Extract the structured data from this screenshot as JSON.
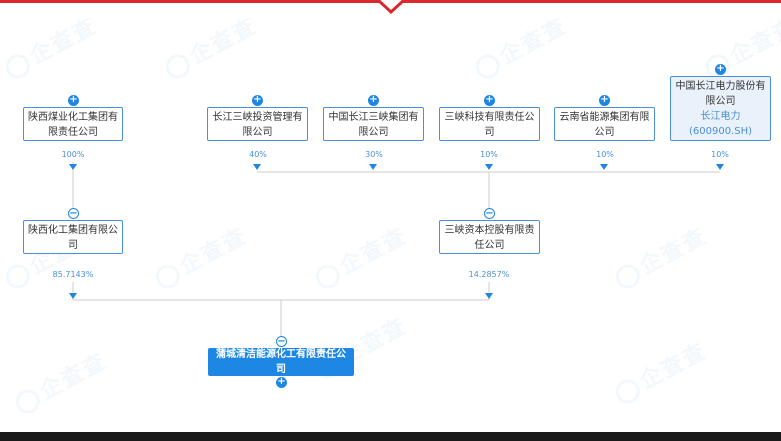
{
  "watermark": "企查查",
  "shareholders_top": [
    {
      "name": "陕西煤业化工集团有限责任公司",
      "pct": "100%"
    },
    {
      "name": "长江三峡投资管理有限公司",
      "pct": "40%"
    },
    {
      "name": "中国长江三峡集团有限公司",
      "pct": "30%"
    },
    {
      "name": "三峡科技有限责任公司",
      "pct": "10%"
    },
    {
      "name": "云南省能源集团有限公司",
      "pct": "10%"
    },
    {
      "name": "中国长江电力股份有限公司",
      "stock_name": "长江电力",
      "stock_code": "(600900.SH)",
      "pct": "10%"
    }
  ],
  "shareholders_mid": [
    {
      "name": "陕西化工集团有限公司",
      "pct": "85.7143%"
    },
    {
      "name": "三峡资本控股有限责任公司",
      "pct": "14.2857%"
    }
  ],
  "target": {
    "name": "蒲城清洁能源化工有限责任公司"
  },
  "colors": {
    "accent": "#1e86e3",
    "border": "#4a90d9",
    "top_bar": "#d9282e"
  }
}
